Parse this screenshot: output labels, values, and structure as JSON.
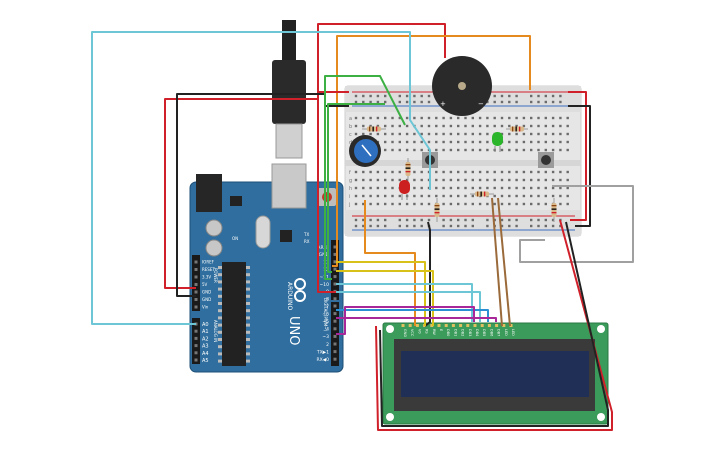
{
  "arduino": {
    "brand": "ARDUINO",
    "model": "UNO",
    "power_label": "POWER",
    "analog_label": "ANALOG IN",
    "digital_label": "DIGITAL (PWM~)",
    "on_label": "ON",
    "tx_label": "TX",
    "rx_label": "RX",
    "power_pins": [
      "IOREF",
      "RESET",
      "3.3V",
      "5V",
      "GND",
      "GND",
      "Vin"
    ],
    "analog_pins": [
      "A0",
      "A1",
      "A2",
      "A3",
      "A4",
      "A5"
    ],
    "digital_pins": [
      "AREF",
      "GND",
      "13",
      "12",
      "~11",
      "~10",
      "~9",
      "8",
      "7",
      "~6",
      "~5",
      "4",
      "~3",
      "2",
      "TX▶1",
      "RX◀0"
    ],
    "board_color": "#2f6e9e"
  },
  "lcd": {
    "pins": [
      "GND",
      "VCC",
      "V0",
      "RS",
      "RW",
      "E",
      "DB0",
      "DB1",
      "DB2",
      "DB3",
      "DB4",
      "DB5",
      "DB6",
      "DB7",
      "LED",
      "LED"
    ],
    "pcb_color": "#3a9b5a",
    "screen_color": "#1f2f55"
  },
  "breadboard": {
    "columns": 30,
    "row_letters_top": [
      "a",
      "b",
      "c",
      "d",
      "e"
    ],
    "row_letters_bottom": [
      "f",
      "g",
      "h",
      "i",
      "j"
    ]
  },
  "components": {
    "buzzer": "piezo-buzzer",
    "potentiometer": "potentiometer",
    "led_red": "#cc1f1f",
    "led_green": "#2bb52b",
    "buttons": 2,
    "resistors": 6
  },
  "wire_colors": {
    "red": "#d0202a",
    "black": "#222222",
    "cyan": "#6cc6d6",
    "orange": "#e58a1e",
    "green": "#3cb043",
    "yellow": "#d8c21a",
    "magenta": "#a8289a",
    "brown": "#9a6a3a",
    "gray": "#a0a0a0",
    "blue": "#2b8fd4"
  }
}
